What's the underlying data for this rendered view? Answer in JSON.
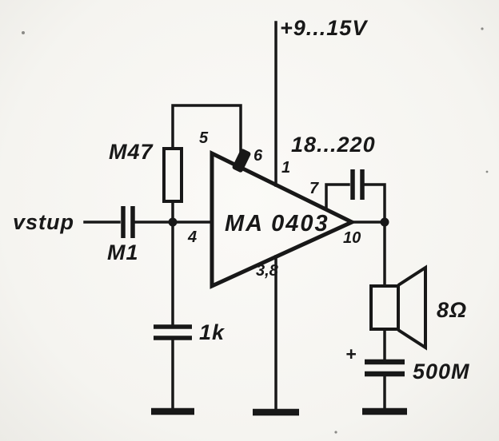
{
  "diagram": {
    "type": "circuit-schematic",
    "ic_label": "MA 0403",
    "supply_label": "+9...15V",
    "input_label": "vstup",
    "components": {
      "resistor_feedback": "M47",
      "capacitor_input": "M1",
      "capacitor_bypass": "1k",
      "capacitor_feedback": "18...220",
      "speaker_impedance": "8Ω",
      "capacitor_output": "500M",
      "polarity_plus": "+"
    },
    "pins": {
      "pin5": "5",
      "pin6": "6",
      "pin1": "1",
      "pin7": "7",
      "pin4": "4",
      "pin10": "10",
      "pin3_8": "3,8"
    }
  },
  "colors": {
    "ink": "#181818",
    "paper": "#f5f4f0"
  }
}
